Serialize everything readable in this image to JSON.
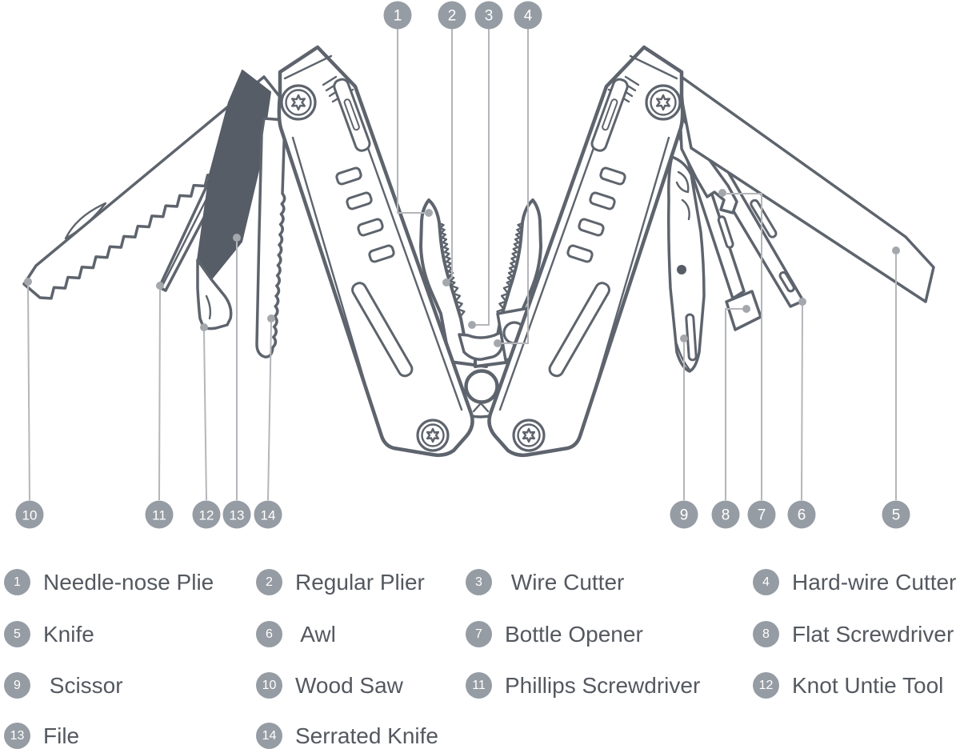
{
  "diagram": {
    "description": "exploded multi-tool pliers diagram with numbered part callouts",
    "callout_numbers_top": [
      "1",
      "2",
      "3",
      "4"
    ],
    "callout_numbers_bottom_left": [
      "10",
      "11",
      "12",
      "13",
      "14"
    ],
    "callout_numbers_bottom_right": [
      "9",
      "8",
      "7",
      "6",
      "5"
    ]
  },
  "tools": [
    {
      "num": "1",
      "name": "Needle-nose Plie"
    },
    {
      "num": "2",
      "name": "Regular Plier"
    },
    {
      "num": "3",
      "name": " Wire Cutter"
    },
    {
      "num": "4",
      "name": "Hard-wire Cutter"
    },
    {
      "num": "5",
      "name": "Knife"
    },
    {
      "num": "6",
      "name": " Awl"
    },
    {
      "num": "7",
      "name": "Bottle Opener"
    },
    {
      "num": "8",
      "name": "Flat Screwdriver"
    },
    {
      "num": "9",
      "name": " Scissor"
    },
    {
      "num": "10",
      "name": "Wood Saw"
    },
    {
      "num": "11",
      "name": "Phillips Screwdriver"
    },
    {
      "num": "12",
      "name": "Knot Untie Tool"
    },
    {
      "num": "13",
      "name": "File"
    },
    {
      "num": "14",
      "name": "Serrated Knife"
    }
  ],
  "colors": {
    "outline": "#5e646d",
    "dark_fill": "#575d67",
    "leader_line": "#b4b6ba",
    "leader_dot": "#a4a7ab",
    "badge": "#969ca4",
    "badge_text": "#ffffff",
    "label_text": "#54585f",
    "background": "#ffffff"
  }
}
